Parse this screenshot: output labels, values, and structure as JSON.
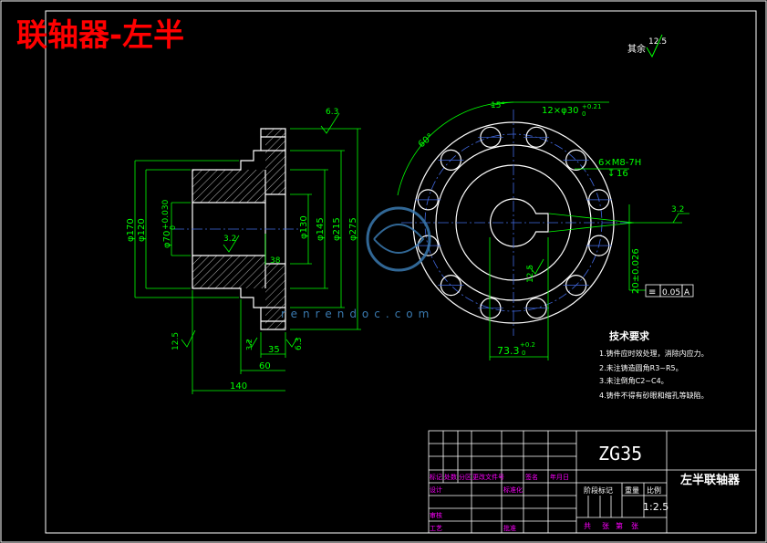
{
  "title": "联轴器-左半",
  "surface_finish_note": {
    "label": "其余",
    "value": "12.5"
  },
  "left_view": {
    "diameters": [
      "φ170",
      "φ120",
      "φ70",
      "+0.030",
      "0",
      "φ130",
      "φ145",
      "φ215",
      "φ275"
    ],
    "roughness": [
      "6.3",
      "3.2",
      "12.5",
      "3.2",
      "6.3"
    ],
    "depth_label": "38",
    "lengths": [
      "35",
      "60",
      "140"
    ]
  },
  "right_view": {
    "angle_15": "15°",
    "angle_60": "60°",
    "holes_callout": "12×φ30",
    "holes_tol": "+0.21",
    "holes_tol_low": "0",
    "thread_callout": "6×M8-7H",
    "thread_depth": "16",
    "keyway_width": "20±0.026",
    "keyway_depth": "73.3",
    "keyway_depth_tol": "+0.2",
    "keyway_depth_tol_low": "0",
    "roughness_a": "12.5",
    "roughness_b": "3.2",
    "tol_symbol": "≡",
    "tol_value": "0.05",
    "datum": "A"
  },
  "watermark": "renrendoc.com",
  "tech_requirements": {
    "heading": "技术要求",
    "items": [
      "1.铸件应时效处理，消除内应力。",
      "2.未注铸造圆角R3~R5。",
      "3.未注倒角C2~C4。",
      "4.铸件不得有砂眼和缩孔等缺陷。"
    ]
  },
  "title_block": {
    "material": "ZG35",
    "part_name": "左半联轴器",
    "scale": "1:2.5",
    "labels": [
      "标记",
      "处数",
      "分区",
      "更改文件号",
      "签名",
      "年月日",
      "设计",
      "标准化",
      "审核",
      "工艺",
      "批准",
      "阶段标记",
      "重量",
      "比例",
      "共",
      "张",
      "第",
      "张"
    ]
  },
  "colors": {
    "outline": "#ffffff",
    "dimension": "#00ff00",
    "center": "#4169e1",
    "title": "#ff0000",
    "hatch": "#ffffff",
    "labels": "#ff00ff",
    "tol": "#ffff00",
    "watermark": "#3a7ab0"
  }
}
